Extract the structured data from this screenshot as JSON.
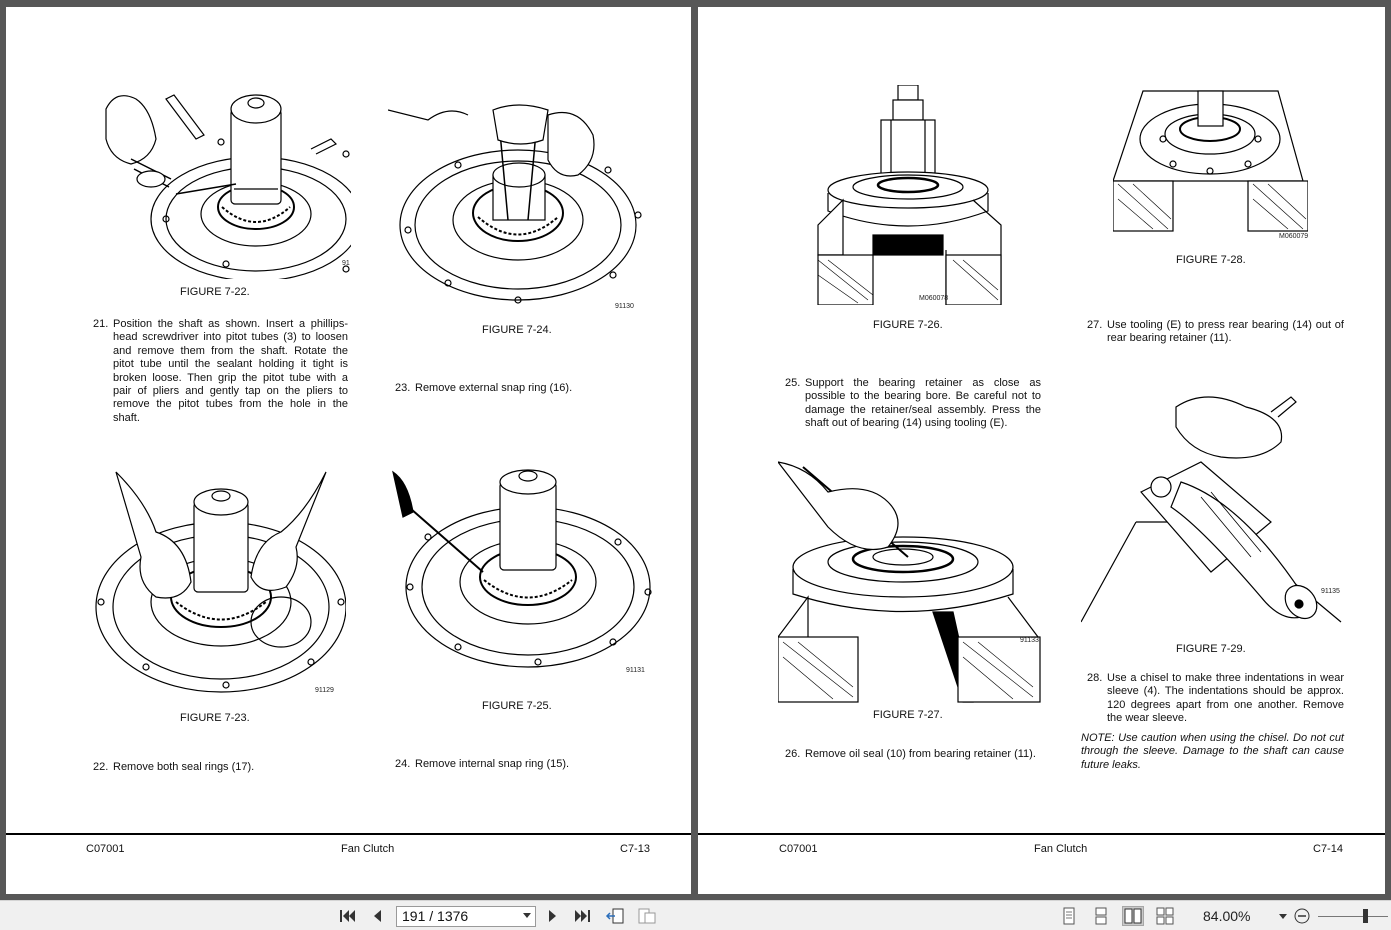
{
  "left_page": {
    "figures": [
      {
        "caption": "FIGURE 7-22.",
        "figno": "91"
      },
      {
        "caption": "FIGURE 7-24.",
        "figno": "91130"
      },
      {
        "caption": "FIGURE 7-23.",
        "figno": "91129"
      },
      {
        "caption": "FIGURE 7-25.",
        "figno": "91131"
      }
    ],
    "steps": [
      {
        "num": "21.",
        "text": "Position the shaft as shown. Insert a phillips-head screwdriver into pitot tubes (3) to loosen and remove them from the shaft. Rotate the pitot tube until the sealant holding it tight is broken loose. Then grip the pitot tube with a pair of pliers and gently tap on the pliers to remove the pitot tubes from the hole in the shaft."
      },
      {
        "num": "23.",
        "text": "Remove external snap ring (16)."
      },
      {
        "num": "22.",
        "text": "Remove both seal rings (17)."
      },
      {
        "num": "24.",
        "text": "Remove internal snap ring (15)."
      }
    ],
    "footer": {
      "code": "C07001",
      "title": "Fan Clutch",
      "page": "C7-13"
    }
  },
  "right_page": {
    "figures": [
      {
        "caption": "FIGURE 7-26.",
        "figno": "M060078"
      },
      {
        "caption": "FIGURE 7-28.",
        "figno": "M060079"
      },
      {
        "caption": "FIGURE 7-27.",
        "figno": "91133"
      },
      {
        "caption": "FIGURE 7-29.",
        "figno": "91135"
      }
    ],
    "steps": [
      {
        "num": "27.",
        "text": "Use tooling (E) to press rear bearing (14) out of rear bearing retainer (11)."
      },
      {
        "num": "25.",
        "text": "Support the bearing retainer as close as possible to the bearing bore. Be careful not to damage the retainer/seal assembly. Press the shaft out of bearing (14) using tooling (E)."
      },
      {
        "num": "28.",
        "text": "Use a chisel to make three indentations in wear sleeve (4). The indentations should be approx. 120 degrees apart from one another. Remove the wear sleeve."
      },
      {
        "num": "26.",
        "text": "Remove oil seal (10) from bearing retainer (11)."
      }
    ],
    "note": "NOTE: Use caution when using the chisel. Do not cut through the sleeve. Damage to the shaft can cause future leaks.",
    "footer": {
      "code": "C07001",
      "title": "Fan Clutch",
      "page": "C7-14"
    }
  },
  "toolbar": {
    "page_indicator": "191 / 1376",
    "zoom": "84.00%",
    "icons": [
      "first-page-icon",
      "prev-page-icon",
      "next-page-icon",
      "last-page-icon",
      "previous-view-icon",
      "next-view-icon",
      "single-page-icon",
      "continuous-icon",
      "facing-icon",
      "continuous-facing-icon",
      "zoom-out-icon"
    ],
    "view_mode": "facing"
  }
}
